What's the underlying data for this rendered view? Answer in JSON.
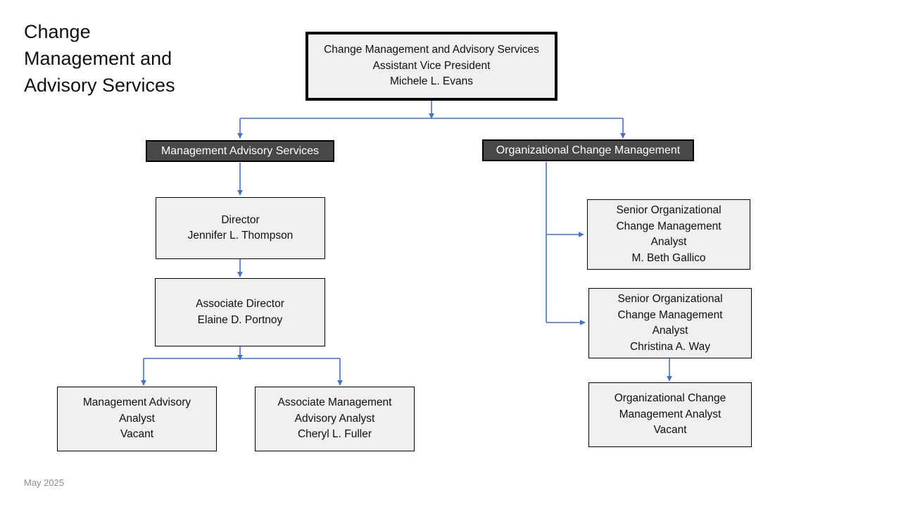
{
  "title": "Change\nManagement and\nAdvisory Services",
  "footer": {
    "date": "May 2025"
  },
  "colors": {
    "connector": "#4472c4",
    "node_fill": "#f0f0f0",
    "node_border": "#000000",
    "dept_fill": "#484848",
    "dept_text": "#ffffff",
    "title_text": "#111111",
    "footer_text": "#8c8c8c",
    "page_background": "#ffffff"
  },
  "nodes": {
    "root": {
      "label": "Change Management and Advisory Services\nAssistant Vice President\nMichele L. Evans",
      "unit": "Change Management and Advisory Services",
      "role": "Assistant Vice President",
      "person": "Michele L. Evans"
    },
    "dept_mas": {
      "label": "Management Advisory Services"
    },
    "dept_ocm": {
      "label": "Organizational Change Management"
    },
    "director": {
      "label": "Director\nJennifer L. Thompson",
      "role": "Director",
      "person": "Jennifer L. Thompson"
    },
    "assoc_director": {
      "label": "Associate Director\nElaine D. Portnoy",
      "role": "Associate Director",
      "person": "Elaine D. Portnoy"
    },
    "mgmt_advisory_analyst": {
      "label": "Management Advisory\nAnalyst\nVacant",
      "role": "Management Advisory Analyst",
      "person": "Vacant"
    },
    "assoc_mgmt_advisory_analyst": {
      "label": "Associate Management\nAdvisory Analyst\nCheryl L. Fuller",
      "role": "Associate Management Advisory Analyst",
      "person": "Cheryl L. Fuller"
    },
    "senior_ocm_analyst_1": {
      "label": "Senior Organizational\nChange Management\nAnalyst\nM. Beth Gallico",
      "role": "Senior Organizational Change Management Analyst",
      "person": "M. Beth Gallico"
    },
    "senior_ocm_analyst_2": {
      "label": "Senior Organizational\nChange Management\nAnalyst\nChristina A. Way",
      "role": "Senior Organizational Change Management Analyst",
      "person": "Christina A. Way"
    },
    "ocm_analyst": {
      "label": "Organizational Change\nManagement Analyst\nVacant",
      "role": "Organizational Change Management Analyst",
      "person": "Vacant"
    }
  },
  "edges": [
    {
      "from": "root",
      "to": "dept_mas"
    },
    {
      "from": "root",
      "to": "dept_ocm"
    },
    {
      "from": "dept_mas",
      "to": "director"
    },
    {
      "from": "director",
      "to": "assoc_director"
    },
    {
      "from": "assoc_director",
      "to": "mgmt_advisory_analyst"
    },
    {
      "from": "assoc_director",
      "to": "assoc_mgmt_advisory_analyst"
    },
    {
      "from": "dept_ocm",
      "to": "senior_ocm_analyst_1"
    },
    {
      "from": "dept_ocm",
      "to": "senior_ocm_analyst_2"
    },
    {
      "from": "senior_ocm_analyst_2",
      "to": "ocm_analyst"
    }
  ]
}
